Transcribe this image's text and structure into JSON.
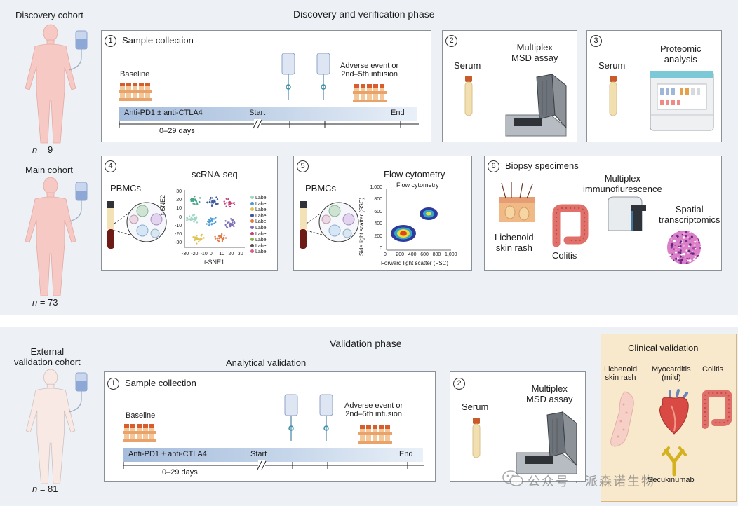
{
  "discovery": {
    "cohort_label": "Discovery cohort",
    "n_label": "n",
    "n_value": " = 9",
    "main_cohort_label": "Main cohort",
    "main_n_label": "n",
    "main_n_value": " = 73",
    "phase_title": "Discovery and verification phase",
    "panel1": {
      "number": "1",
      "title": "Sample collection",
      "baseline": "Baseline",
      "adverse_line1": "Adverse event or",
      "adverse_line2": "2nd–5th infusion",
      "bar_label": "Anti-PD1 ± anti-CTLA4",
      "start": "Start",
      "end": "End",
      "days": "0–29 days"
    },
    "panel2": {
      "number": "2",
      "serum": "Serum",
      "title_line1": "Multiplex",
      "title_line2": "MSD assay"
    },
    "panel3": {
      "number": "3",
      "serum": "Serum",
      "title_line1": "Proteomic",
      "title_line2": "analysis"
    },
    "panel4": {
      "number": "4",
      "pbmcs": "PBMCs",
      "title": "scRNA-seq",
      "ylabel": "t-SNE2",
      "xlabel": "t-SNE1",
      "legend": [
        "Label",
        "Label",
        "Label",
        "Label",
        "Label",
        "Label",
        "Label",
        "Label",
        "Label",
        "Label"
      ],
      "xticks": [
        "-30",
        "-20",
        "-10",
        "0",
        "10",
        "20",
        "30"
      ],
      "yticks": [
        "30",
        "20",
        "10",
        "0",
        "-10",
        "-20",
        "-30"
      ]
    },
    "panel5": {
      "number": "5",
      "pbmcs": "PBMCs",
      "title": "Flow cytometry",
      "inner_title": "Flow cytometry",
      "ylabel": "Side light scatter (SSC)",
      "xlabel": "Forward light scatter (FSC)",
      "xticks": [
        "0",
        "200",
        "400",
        "600",
        "800",
        "1,000"
      ],
      "yticks": [
        "1,000",
        "800",
        "600",
        "400",
        "200",
        "0"
      ]
    },
    "panel6": {
      "number": "6",
      "title": "Biopsy specimens",
      "lichenoid_line1": "Lichenoid",
      "lichenoid_line2": "skin rash",
      "colitis": "Colitis",
      "if_line1": "Multiplex",
      "if_line2": "immunoflurescence",
      "spatial_line1": "Spatial",
      "spatial_line2": "transcriptomics"
    }
  },
  "validation": {
    "cohort_line1": "External",
    "cohort_line2": "validation cohort",
    "n_label": "n",
    "n_value": " = 81",
    "phase_title": "Validation phase",
    "analytical_title": "Analytical validation",
    "panel1": {
      "number": "1",
      "title": "Sample collection",
      "baseline": "Baseline",
      "adverse_line1": "Adverse event or",
      "adverse_line2": "2nd–5th infusion",
      "bar_label": "Anti-PD1 ± anti-CTLA4",
      "start": "Start",
      "end": "End",
      "days": "0–29 days"
    },
    "panel2": {
      "number": "2",
      "serum": "Serum",
      "title_line1": "Multiplex",
      "title_line2": "MSD assay"
    },
    "clinical": {
      "title": "Clinical validation",
      "lichenoid_line1": "Lichenoid",
      "lichenoid_line2": "skin rash",
      "myo_line1": "Myocarditis",
      "myo_line2": "(mild)",
      "colitis": "Colitis",
      "drug": "Secukinumab"
    }
  },
  "watermark": "公众号 · 派森诺生物",
  "colors": {
    "phase_bg": "#edf1f6",
    "body_pink": "#f6c9c4",
    "body_pale": "#f9e9e5",
    "cap_orange": "#c95b2a",
    "serum_yellow": "#f2dfb0",
    "clinical_bg": "#f8e8cc",
    "clinical_border": "#d8b57a",
    "timeline_blue": "#a5bcdc"
  },
  "icons": [
    "human-body-icon",
    "iv-bag-icon",
    "blood-tube-rack-icon",
    "serum-tube-icon",
    "msd-instrument-icon",
    "proteomics-instrument-icon",
    "pbmc-cell-icon",
    "skin-icon",
    "colon-icon",
    "microscope-icon",
    "tissue-spot-icon",
    "heart-icon",
    "antibody-icon",
    "wechat-icon"
  ]
}
